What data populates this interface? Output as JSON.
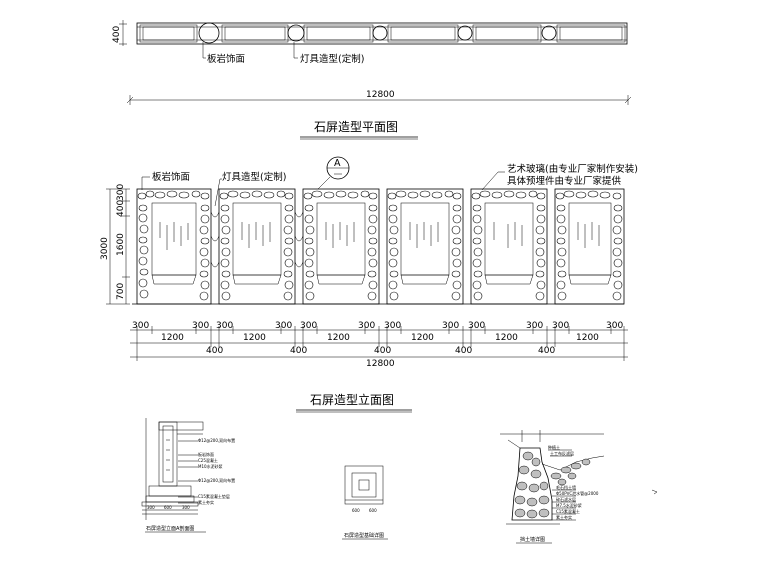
{
  "plan": {
    "height_label": "400",
    "label_slate": "板岩饰面",
    "label_lamp": "灯具造型(定制)",
    "total_dim": "12800",
    "title": "石屏造型平面图"
  },
  "elevation": {
    "label_slate": "板岩饰面",
    "label_lamp": "灯具造型(定制)",
    "label_glass_1": "艺术玻璃(由专业厂家制作安装)",
    "label_glass_2": "具体预埋件由专业厂家提供",
    "callout": "A",
    "vdims": [
      "300",
      "400",
      "1600",
      "700"
    ],
    "vtotal": "3000",
    "hdims_top": [
      "300",
      "1200",
      "300",
      "300",
      "1200",
      "300",
      "300",
      "1200",
      "300",
      "300",
      "1200",
      "300",
      "300",
      "1200",
      "300",
      "300",
      "1200",
      "300"
    ],
    "hdims_mid": [
      "400",
      "400",
      "400",
      "400",
      "400"
    ],
    "total_dim": "12800",
    "title": "石屏造型立面图"
  },
  "details": {
    "section_caption": "石屏造型立面A剖面图",
    "section_notes": [
      "Φ12@200,双向布置",
      "板岩饰面",
      "C25混凝土",
      "M10水泥砂浆",
      "Φ12@200,双向布置",
      "C15素混凝土垫层",
      "素土夯实"
    ],
    "section_dims": [
      "300",
      "600",
      "300"
    ],
    "footing_caption": "石屏造型基础详图",
    "footing_dims": [
      "600",
      "600"
    ],
    "wall_caption": "挡土墙详图",
    "wall_notes": [
      "种植土",
      "土工布反滤层",
      "毛石挡土墙",
      "Φ50PVC泄水管@2000",
      "碎石滤水层",
      "M7.5水泥砂浆",
      "C15素混凝土",
      "素土夯实"
    ]
  }
}
